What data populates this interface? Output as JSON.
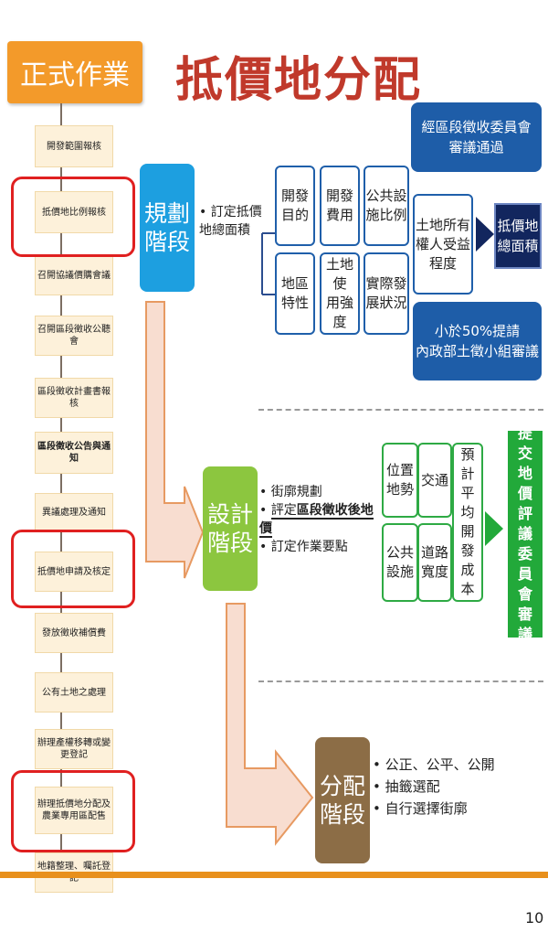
{
  "header": {
    "label": "正式作業",
    "title": "抵價地分配"
  },
  "steps": [
    "開發範圍報核",
    "抵價地比例報核",
    "召開協議價購會議",
    "召開區段徵收公聽會",
    "區段徵收計畫書報核",
    "區段徵收公告與通知",
    "異議處理及通知",
    "抵價地申請及核定",
    "發放徵收補償費",
    "公有土地之處理",
    "辦理產權移轉或變更登記",
    "辦理抵價地分配及農業專用區配售",
    "地籍整理、囑託登記"
  ],
  "planning": {
    "phase": [
      "規劃",
      "階段"
    ],
    "bullet": "訂定抵價地總面積",
    "factors": [
      [
        "開發",
        "目的"
      ],
      [
        "開發",
        "費用"
      ],
      [
        "公共設",
        "施比例"
      ],
      [
        "地區",
        "特性"
      ],
      [
        "土地使",
        "用強度"
      ],
      [
        "實際發",
        "展狀況"
      ]
    ],
    "approval_top": [
      "經區段徵收委員會",
      "審議通過"
    ],
    "benefit": [
      "土地所有",
      "權人受益",
      "程度"
    ],
    "result": [
      "抵價地",
      "總面積"
    ],
    "approval_bottom": [
      "小於50%提請",
      "內政部土徵小組審議"
    ]
  },
  "design": {
    "phase": [
      "設計",
      "階段"
    ],
    "bullets": [
      "街廓規劃",
      "評定",
      "區段徵收後地價",
      "訂定作業要點"
    ],
    "factors": [
      [
        "位置",
        "地勢"
      ],
      [
        "交通"
      ],
      [
        "公共",
        "設施"
      ],
      [
        "道路",
        "寬度"
      ]
    ],
    "cost": [
      "預",
      "計",
      "平",
      "均",
      "開",
      "發",
      "成",
      "本"
    ],
    "submit": [
      "提",
      "交",
      "地",
      "價",
      "評",
      "議",
      "委",
      "員",
      "會",
      "審",
      "議"
    ]
  },
  "allocation": {
    "phase": [
      "分配",
      "階段"
    ],
    "bullets": [
      "公正、公平、公開",
      "抽籤選配",
      "自行選擇街廓"
    ]
  },
  "page_number": "10",
  "colors": {
    "orange": "#F39A2A",
    "title_red": "#C0392B",
    "blue_phase": "#1D9FE0",
    "green_phase": "#8CC63F",
    "brown_phase": "#8C6D46",
    "navy": "#1E5DA8",
    "dark_navy": "#12265E",
    "green": "#22A93A",
    "highlight": "#E02020"
  }
}
